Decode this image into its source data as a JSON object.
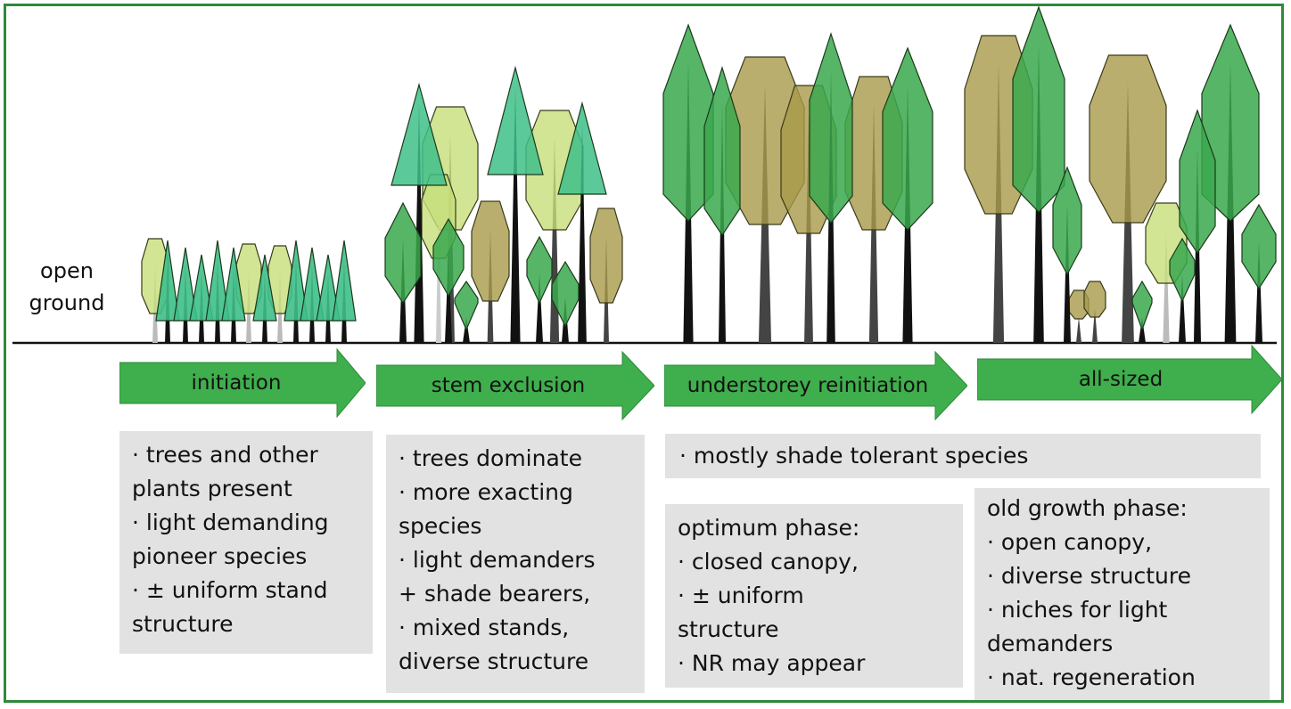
{
  "ground_label": [
    "open",
    "ground"
  ],
  "stages": [
    {
      "label": "initiation"
    },
    {
      "label": "stem exclusion"
    },
    {
      "label": "understorey reinitiation"
    },
    {
      "label": "all-sized"
    }
  ],
  "boxes": {
    "initiation": [
      "· trees and other",
      "plants present",
      "· light demanding",
      "pioneer species",
      "· ± uniform stand",
      "structure"
    ],
    "stem_exclusion": [
      "· trees dominate",
      "· more exacting",
      "species",
      "· light demanders",
      "+ shade bearers,",
      "· mixed stands,",
      "diverse structure"
    ],
    "shade_tolerant": [
      "· mostly shade tolerant species"
    ],
    "optimum": [
      "optimum phase:",
      "· closed canopy,",
      "· ± uniform",
      "structure",
      "· NR may appear"
    ],
    "old_growth": [
      "old growth phase:",
      "· open canopy,",
      "· diverse structure",
      "· niches for light",
      "demanders",
      "· nat. regeneration"
    ]
  },
  "colors": {
    "border": "#2f8a3a",
    "arrow_fill": "#3fae4c",
    "box_fill": "#e2e2e2",
    "conifer": "#3fbf8a",
    "conifer_dark": "#3aa84e",
    "broadleaf_olive": "#a89a4a",
    "broadleaf_light": "#c7df7a"
  }
}
